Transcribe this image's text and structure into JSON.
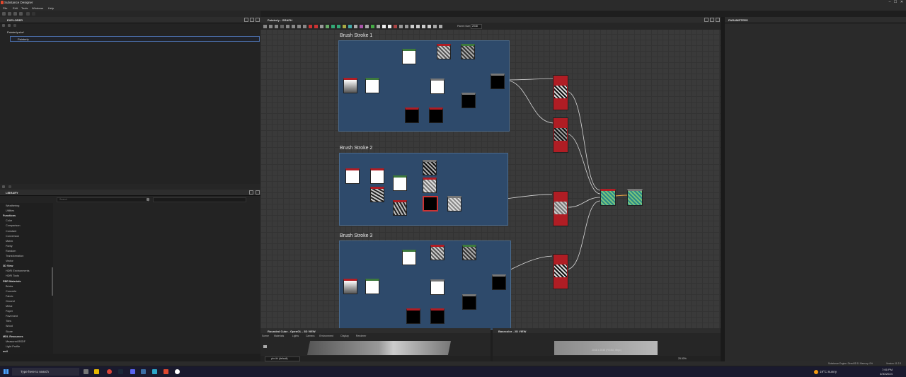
{
  "window": {
    "title": "Substance Designer",
    "controls": [
      "–",
      "☐",
      "✕"
    ]
  },
  "menu": [
    "File",
    "Edit",
    "Tools",
    "Windows",
    "Help"
  ],
  "explorer": {
    "title": "EXPLORER",
    "package": "Painterly.sbs*",
    "graph": "Painterly"
  },
  "library": {
    "title": "LIBRARY",
    "search_placeholder": "Search",
    "items": [
      {
        "label": "Weathering",
        "type": "item"
      },
      {
        "label": "Utilities",
        "type": "item"
      },
      {
        "label": "Functions",
        "type": "cat"
      },
      {
        "label": "Color",
        "type": "item"
      },
      {
        "label": "Comparison",
        "type": "item"
      },
      {
        "label": "Constant",
        "type": "item"
      },
      {
        "label": "Conversion",
        "type": "item"
      },
      {
        "label": "Matrix",
        "type": "item"
      },
      {
        "label": "Parity",
        "type": "item"
      },
      {
        "label": "Random",
        "type": "item"
      },
      {
        "label": "Transformation",
        "type": "item"
      },
      {
        "label": "Vector",
        "type": "item"
      },
      {
        "label": "3D View",
        "type": "cat"
      },
      {
        "label": "HDRI Environments",
        "type": "item"
      },
      {
        "label": "HDRI Tools",
        "type": "item"
      },
      {
        "label": "PBR Materials",
        "type": "cat"
      },
      {
        "label": "Bricks",
        "type": "item"
      },
      {
        "label": "Concrete",
        "type": "item"
      },
      {
        "label": "Fabric",
        "type": "item"
      },
      {
        "label": "Ground",
        "type": "item"
      },
      {
        "label": "Metal",
        "type": "item"
      },
      {
        "label": "Paper",
        "type": "item"
      },
      {
        "label": "Pavement",
        "type": "item"
      },
      {
        "label": "Tiles",
        "type": "item"
      },
      {
        "label": "Wood",
        "type": "item"
      },
      {
        "label": "Stone",
        "type": "item"
      },
      {
        "label": "MDL Resources",
        "type": "cat"
      },
      {
        "label": "Measured BSDF",
        "type": "item"
      },
      {
        "label": "Light Profile",
        "type": "item"
      },
      {
        "label": "mdl",
        "type": "cat"
      }
    ]
  },
  "graph": {
    "title": "Painterly - GRAPH",
    "parent_size_label": "Parent Size:",
    "parent_size": "2048",
    "frames": [
      "Brush Stroke 1",
      "Brush Stroke 2",
      "Brush Stroke 3"
    ]
  },
  "parameters": {
    "title": "PARAMETERS"
  },
  "view3d": {
    "title": "Rounded Cube - OpenGL - 3D VIEW",
    "tabs": [
      "Scene",
      "Materials",
      "Lights",
      "Camera",
      "Environment",
      "Display",
      "Renderer"
    ],
    "shader": "pbr-ibl (default)"
  },
  "view2d": {
    "title": "Basecolor - 2D VIEW",
    "resolution": "2048 x 2048 (RGBA, 8bpc)",
    "zoom": "25.00%"
  },
  "status": {
    "engine": "Substance Engine: Direct3D 11  Memory: 0%",
    "version": "Version: 11.2.3"
  },
  "taskbar": {
    "search_placeholder": "Type here to search",
    "weather": "19°C  Sunny",
    "time": "7:06 PM",
    "date": "3/30/2024"
  },
  "colors": {
    "accent": "#e0482e",
    "frame": "#2e4a6b",
    "node_red": "#b01d24"
  }
}
